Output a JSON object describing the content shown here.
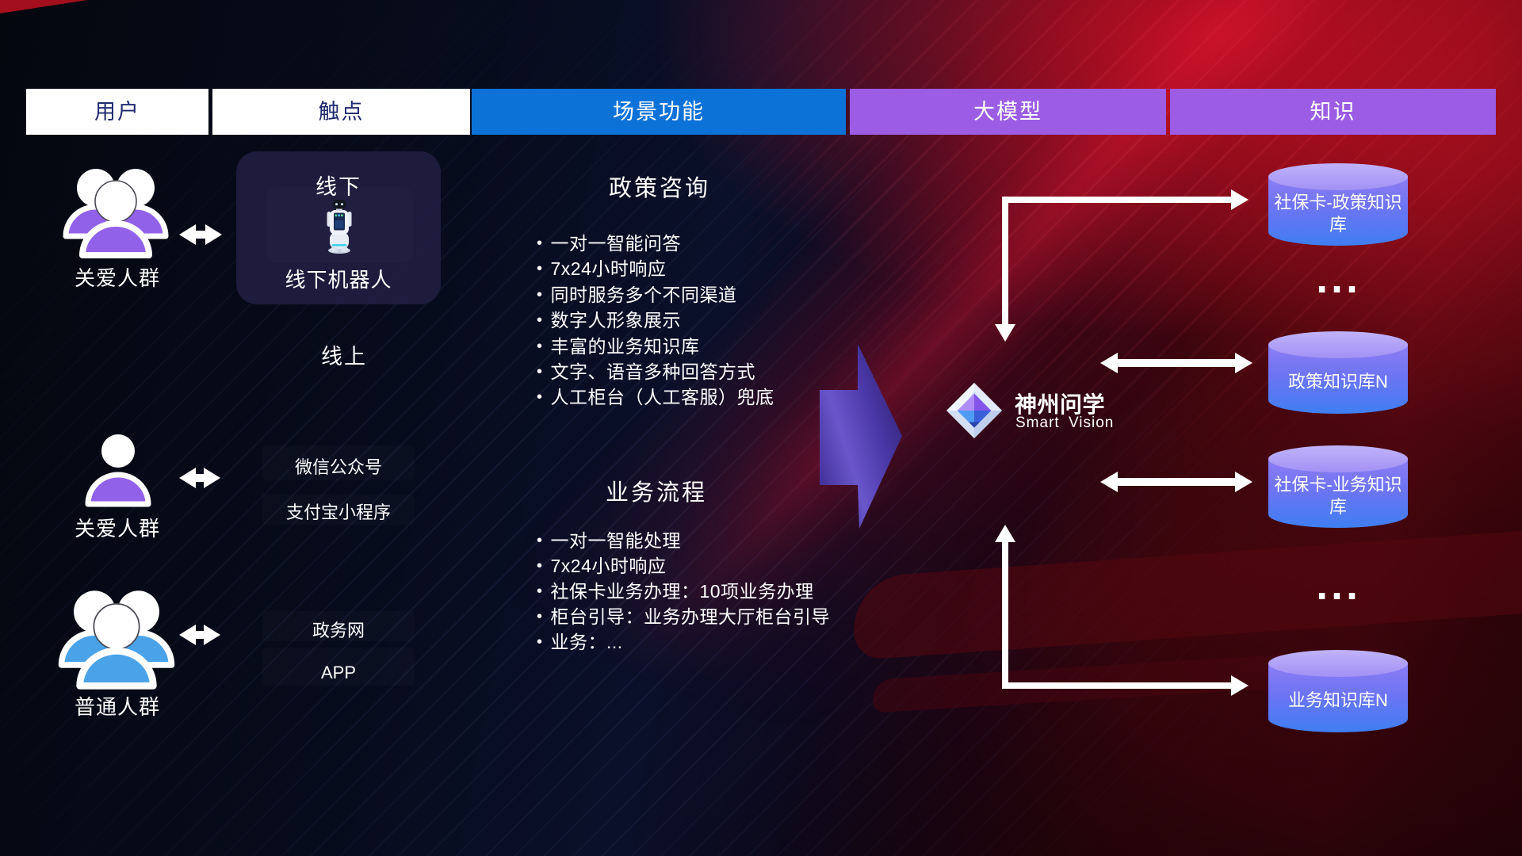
{
  "header": {
    "pills": [
      {
        "label": "用户"
      },
      {
        "label": "触点"
      },
      {
        "label": "场景功能"
      },
      {
        "label": "大模型"
      },
      {
        "label": "知识"
      }
    ]
  },
  "users": [
    {
      "label": "关爱人群",
      "icon": "people-group-icon",
      "color": "#9161ea"
    },
    {
      "label": "关爱人群",
      "icon": "person-icon",
      "color": "#9161ea"
    },
    {
      "label": "普通人群",
      "icon": "people-group-icon",
      "color": "#4aa3e8"
    }
  ],
  "touchpoints": {
    "offline_title": "线下",
    "offline_robot_icon": "robot-icon",
    "offline_robot_label": "线下机器人",
    "online_title": "线上",
    "online_items": [
      {
        "label": "微信公众号"
      },
      {
        "label": "支付宝小程序"
      },
      {
        "label": "政务网"
      },
      {
        "label": "APP"
      }
    ]
  },
  "scene": {
    "policy": {
      "title": "政策咨询",
      "bullets": [
        "一对一智能问答",
        "7x24小时响应",
        "同时服务多个不同渠道",
        "数字人形象展示",
        "丰富的业务知识库",
        "文字、语音多种回答方式",
        "人工柜台（人工客服）兜底"
      ]
    },
    "business": {
      "title": "业务流程",
      "bullets": [
        "一对一智能处理",
        "7x24小时响应",
        "社保卡业务办理：10项业务办理",
        "柜台引导：业务办理大厅柜台引导",
        "业务：..."
      ]
    }
  },
  "logo": {
    "icon": "gem-diamond-icon",
    "name": "神州问学",
    "subtitle": "Smart Vision"
  },
  "knowledge": {
    "cylinders": [
      {
        "label": "社保卡-政策知识库"
      },
      {
        "label": "政策知识库N"
      },
      {
        "label": "社保卡-业务知识库"
      },
      {
        "label": "业务知识库N"
      }
    ],
    "ellipsis_top": "...",
    "ellipsis_bottom": "..."
  },
  "colors": {
    "pill_white_bg": "#ffffff",
    "pill_text_navy": "#1e2a6e",
    "pill_blue_bg": "#0d72d8",
    "pill_purple_bg": "#9c5ce4",
    "user_purple": "#9161ea",
    "user_blue": "#4aa3e8",
    "panel_bg": "#211d40",
    "cylinder_top": "#b5a7f7",
    "cylinder_body_top": "#8d7df3",
    "cylinder_body_bottom": "#3f7ef2",
    "connector_white": "#ffffff",
    "flow_arrow_purple": "#5b45cc",
    "background_red": "#8c0c1a",
    "background_navy": "#0a102a"
  }
}
